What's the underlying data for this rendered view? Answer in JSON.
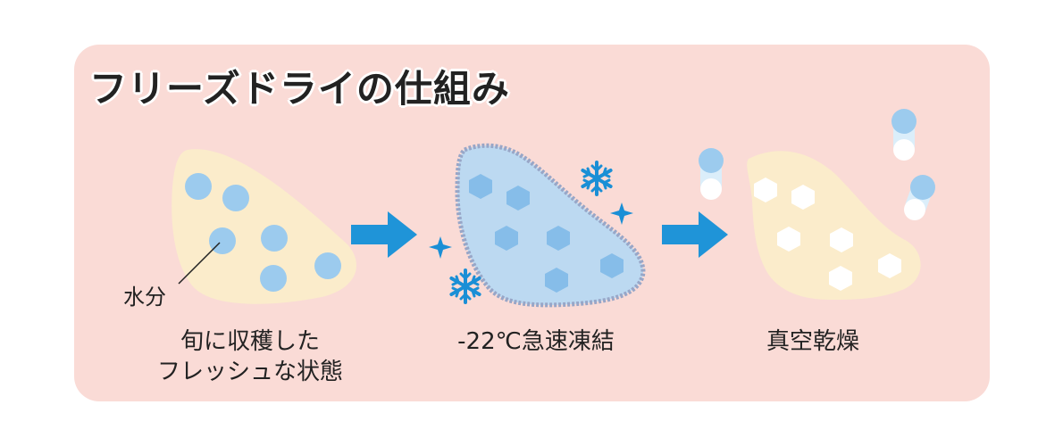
{
  "title": "フリーズドライの仕組み",
  "stages": [
    {
      "caption_line1": "旬に収穫した",
      "caption_line2": "フレッシュな状態"
    },
    {
      "caption_line1": "-22℃急速凍結"
    },
    {
      "caption_line1": "真空乾燥"
    }
  ],
  "annotation": "水分",
  "colors": {
    "panel": "#fadbd6",
    "fruit": "#fbeccb",
    "frozen": "#bcd9f1",
    "frozen_edge": "#98a6c7",
    "water_drop": "#9ccbee",
    "ice": "#86bde9",
    "arrow": "#1f94d8",
    "snowflake": "#1a8fd6"
  },
  "icons": [
    "arrow-right-icon",
    "snowflake-icon",
    "sparkle-icon",
    "hexagon-icon",
    "water-drop-icon"
  ]
}
